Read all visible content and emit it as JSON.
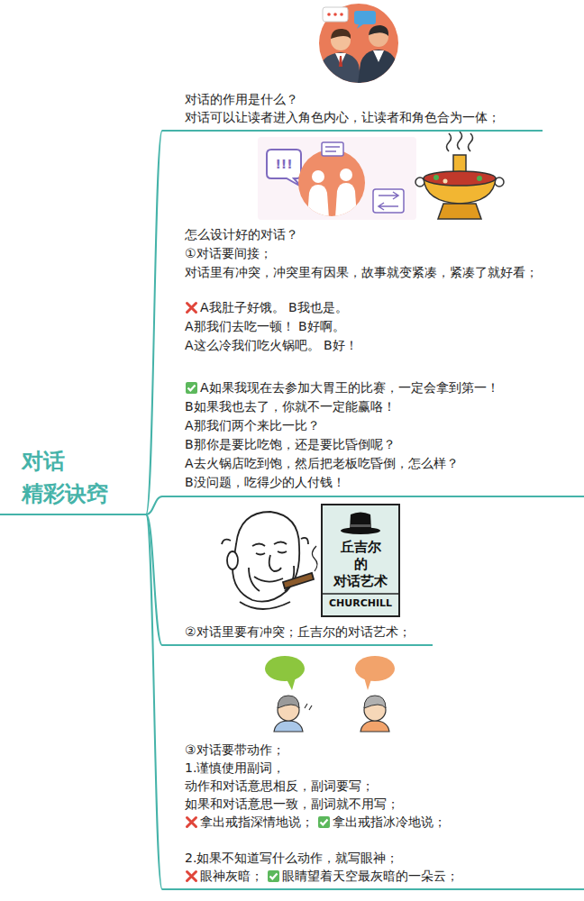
{
  "diagram": {
    "nodes": [
      {
        "text": [
          "对话 精彩诀窍"
        ]
      },
      {
        "text": [
          "对话的作用是什么？",
          "对话可以让读者进入角色内心，让读者和角色合为一体；"
        ]
      },
      {
        "text": [
          "怎么设计好的对话？",
          "①对话要间接；",
          "对话里有冲突，冲突里有因果，故事就变紧凑，紧凑了就好看；",
          "A我肚子好饿。 B我也是。",
          "A那我们去吃一顿！ B好啊。",
          "A这么冷我们吃火锅吧。 B好！",
          "A如果我现在去参加大胃王的比赛，一定会拿到第一！",
          "B如果我也去了，你就不一定能赢咯！",
          "A那我们两个来比一比？",
          "B那你是要比吃饱，还是要比昏倒呢？",
          "A去火锅店吃到饱，然后把老板吃昏倒，怎么样？",
          "B没问题，吃得少的人付钱！"
        ]
      },
      {
        "text": [
          "②对话里要有冲突；丘吉尔的对话艺术；"
        ]
      },
      {
        "text": [
          "③对话要带动作；",
          "1.谨慎使用副词，",
          "动作和对话意思相反，副词要写；",
          "如果和对话意思一致，副词就不用写；",
          "拿出戒指深情地说；",
          "拿出戒指冰冷地说；",
          "2.如果不知道写什么动作，就写眼神；",
          "眼神灰暗；",
          "眼睛望着天空最灰暗的一朵云；"
        ]
      }
    ],
    "edges": [
      {
        "from": 0,
        "to": 1,
        "arrow": "none"
      },
      {
        "from": 0,
        "to": 2,
        "arrow": "none"
      },
      {
        "from": 0,
        "to": 3,
        "arrow": "none"
      },
      {
        "from": 0,
        "to": 4,
        "arrow": "none"
      }
    ],
    "labels": [
      "!!!",
      "丘吉尔 的 对话艺术",
      "CHURCHILL"
    ]
  }
}
